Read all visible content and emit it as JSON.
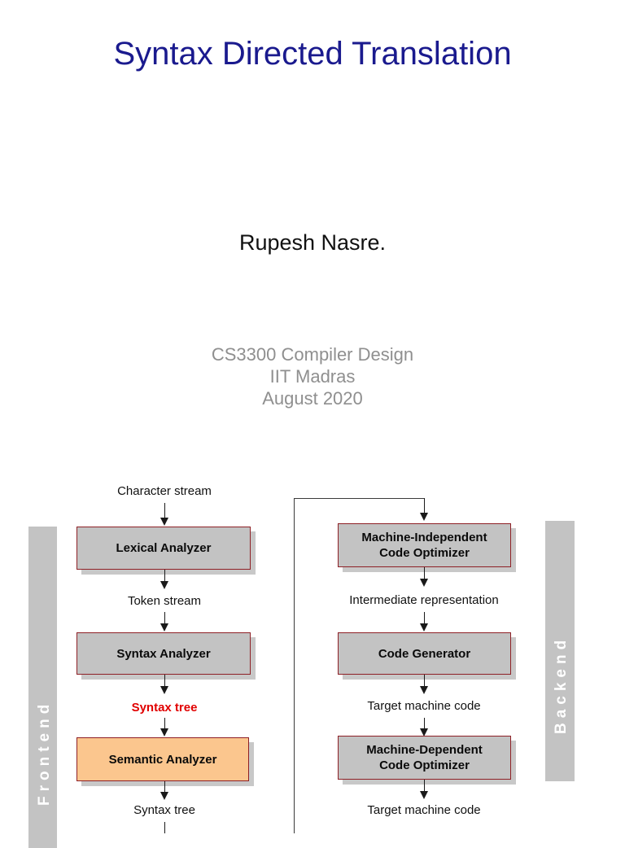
{
  "slide": {
    "title": "Syntax Directed Translation",
    "author": "Rupesh Nasre.",
    "course": {
      "code_name": "CS3300 Compiler Design",
      "institute": "IIT Madras",
      "date": "August 2020"
    },
    "colors": {
      "title": "#1a1a8e",
      "course_text": "#8f8f8f",
      "box_fill": "#c3c3c3",
      "box_accent_fill": "#fbc68e",
      "box_border": "#8e2026",
      "bar_fill": "#c3c3c3",
      "highlight_text": "#e10000"
    }
  },
  "diagram": {
    "name": "compiler-phases-pipeline",
    "frontend_bar_label": "Frontend",
    "backend_bar_label": "Backend",
    "frontend": {
      "input_label": "Character stream",
      "stages": [
        {
          "name": "lexical-analyzer",
          "label": "Lexical Analyzer",
          "highlighted": false
        },
        {
          "name": "syntax-analyzer",
          "label": "Syntax Analyzer",
          "highlighted": false
        },
        {
          "name": "semantic-analyzer",
          "label": "Semantic Analyzer",
          "highlighted": true
        }
      ],
      "edge_labels": [
        {
          "text": "Token stream",
          "highlighted": false
        },
        {
          "text": "Syntax tree",
          "highlighted": true
        },
        {
          "text": "Syntax tree",
          "highlighted": false
        }
      ]
    },
    "backend": {
      "stages": [
        {
          "name": "machine-independent-code-optimizer",
          "label_line1": "Machine-Independent",
          "label_line2": "Code Optimizer"
        },
        {
          "name": "code-generator",
          "label_line1": "Code Generator",
          "label_line2": ""
        },
        {
          "name": "machine-dependent-code-optimizer",
          "label_line1": "Machine-Dependent",
          "label_line2": "Code Optimizer"
        }
      ],
      "edge_labels": [
        {
          "text": "Intermediate representation"
        },
        {
          "text": "Target machine code"
        },
        {
          "text": "Target machine code"
        }
      ]
    }
  }
}
